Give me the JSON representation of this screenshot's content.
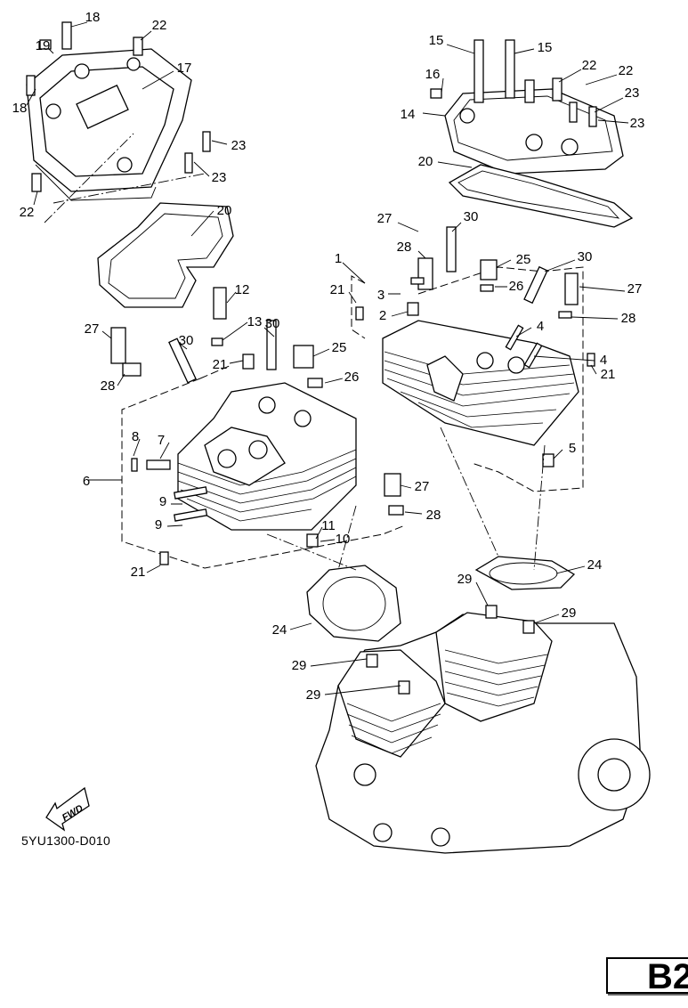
{
  "diagram": {
    "drawing_code": "5YU1300-D010",
    "page_code": "B2",
    "fwd_label": "FWD",
    "callouts": [
      "18",
      "22",
      "19",
      "17",
      "18",
      "23",
      "23",
      "22",
      "20",
      "15",
      "15",
      "16",
      "22",
      "22",
      "14",
      "23",
      "23",
      "20",
      "27",
      "30",
      "28",
      "25",
      "30",
      "1",
      "26",
      "27",
      "21",
      "3",
      "2",
      "28",
      "4",
      "4",
      "21",
      "5",
      "12",
      "13",
      "30",
      "30",
      "27",
      "25",
      "21",
      "28",
      "26",
      "8",
      "7",
      "6",
      "9",
      "9",
      "27",
      "28",
      "11",
      "10",
      "21",
      "24",
      "29",
      "29",
      "24",
      "29",
      "29"
    ]
  }
}
